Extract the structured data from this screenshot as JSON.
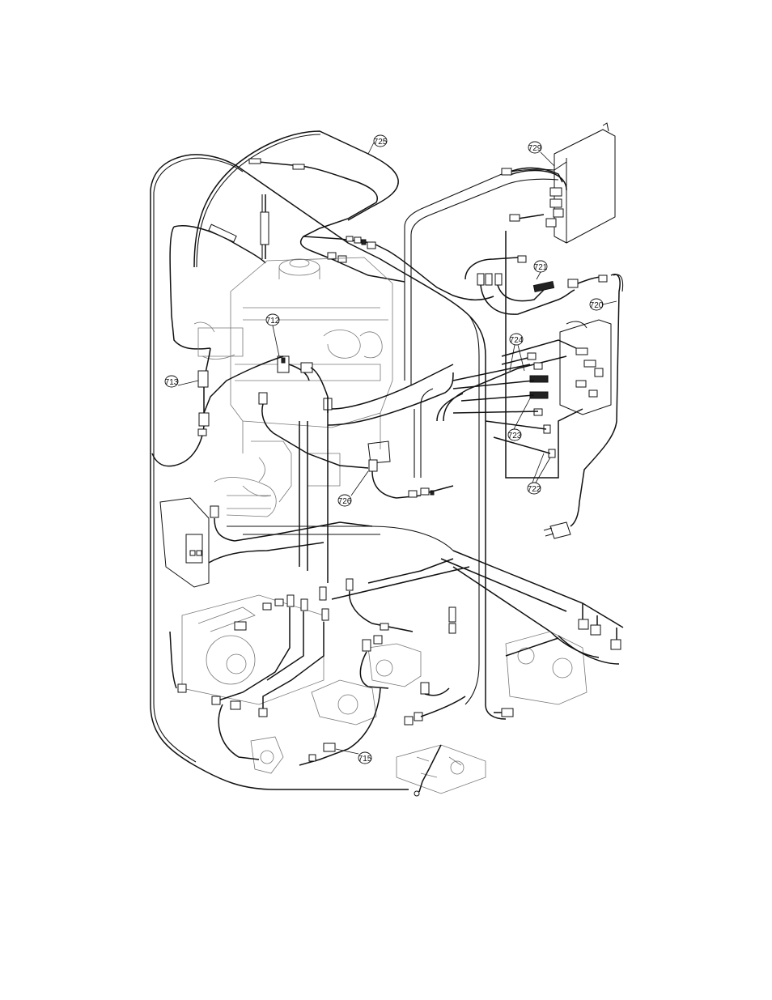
{
  "diagram": {
    "callouts": [
      {
        "id": "c725",
        "label": "725"
      },
      {
        "id": "c729",
        "label": "729"
      },
      {
        "id": "c721",
        "label": "721"
      },
      {
        "id": "c720",
        "label": "720"
      },
      {
        "id": "c712",
        "label": "712"
      },
      {
        "id": "c724",
        "label": "724"
      },
      {
        "id": "c713",
        "label": "713"
      },
      {
        "id": "c723",
        "label": "723"
      },
      {
        "id": "c722",
        "label": "722"
      },
      {
        "id": "c726",
        "label": "726"
      },
      {
        "id": "c715",
        "label": "715"
      }
    ]
  }
}
